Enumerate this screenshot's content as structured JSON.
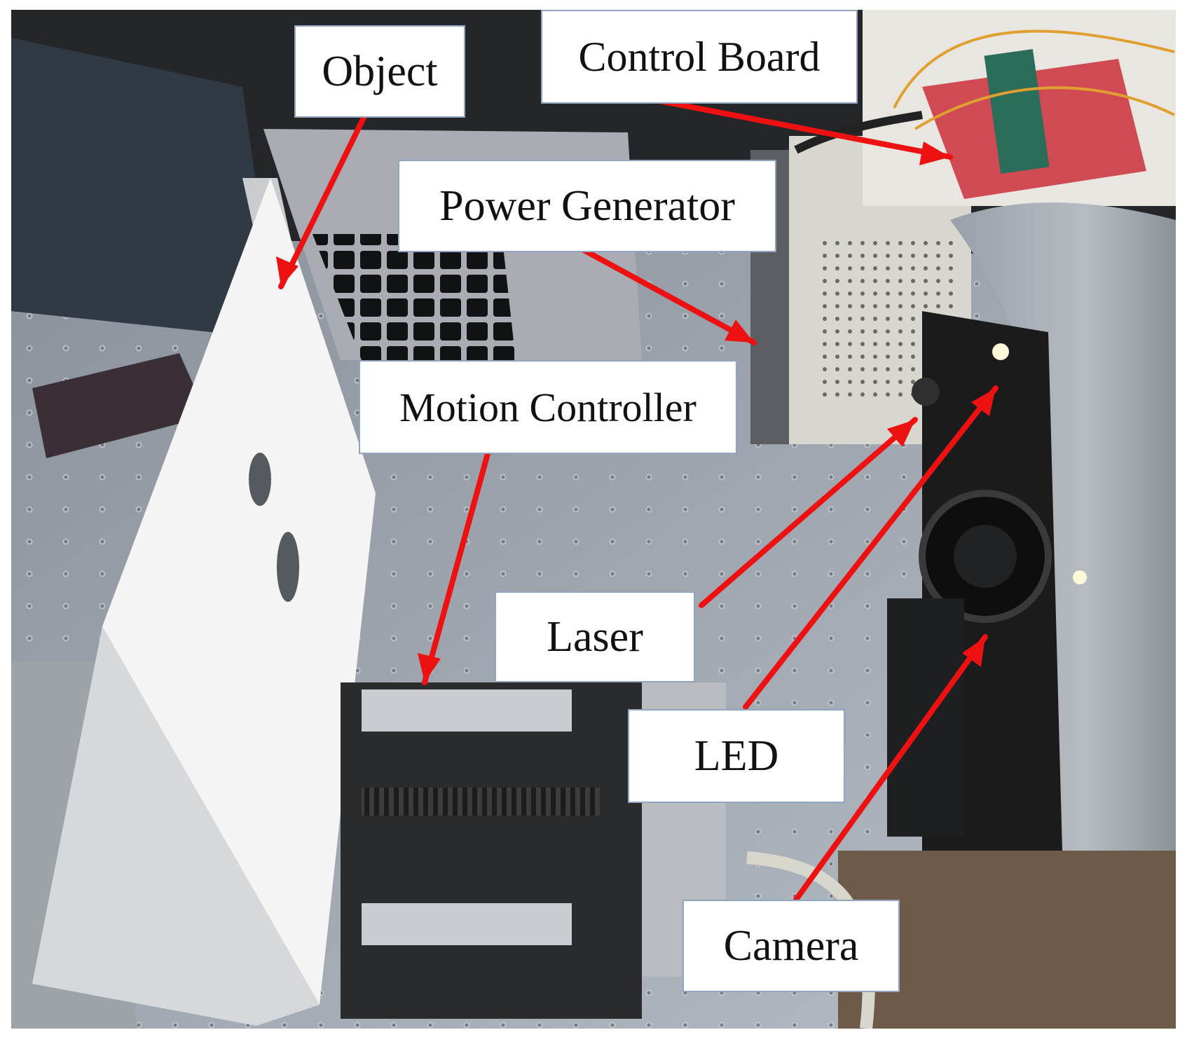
{
  "labels": {
    "object": "Object",
    "control_board": "Control Board",
    "power_generator": "Power Generator",
    "motion_controller": "Motion Controller",
    "laser": "Laser",
    "led": "LED",
    "camera": "Camera"
  },
  "colors": {
    "arrow": "#ee1111",
    "label_background": "#ffffff",
    "label_border": "#8fa4bf"
  }
}
